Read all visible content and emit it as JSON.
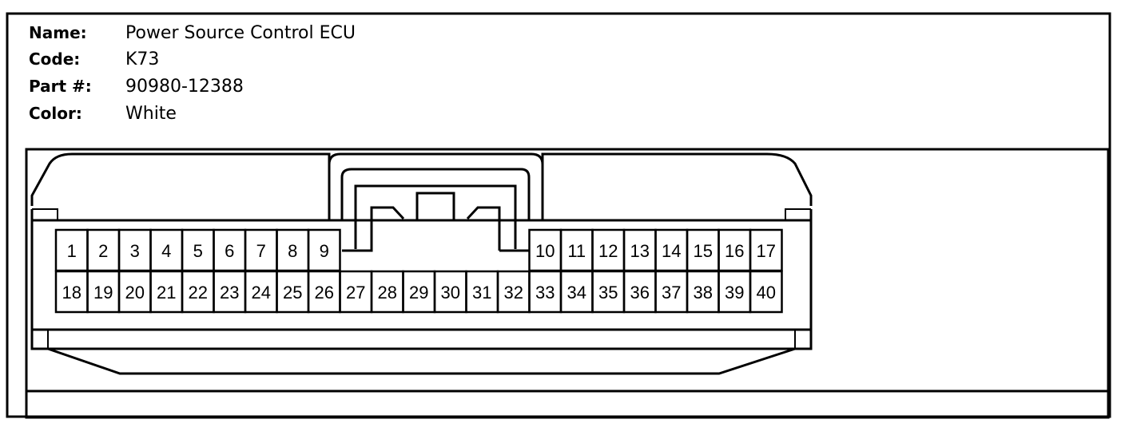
{
  "connector": {
    "name_label": "Name:",
    "name": "Power Source Control ECU",
    "code_label": "Code:",
    "code": "K73",
    "part_label": "Part #:",
    "part": "90980-12388",
    "color_label": "Color:",
    "color": "White"
  },
  "pins": {
    "top_left": [
      "1",
      "2",
      "3",
      "4",
      "5",
      "6",
      "7",
      "8",
      "9"
    ],
    "top_right": [
      "10",
      "11",
      "12",
      "13",
      "14",
      "15",
      "16",
      "17"
    ],
    "bottom": [
      "18",
      "19",
      "20",
      "21",
      "22",
      "23",
      "24",
      "25",
      "26",
      "27",
      "28",
      "29",
      "30",
      "31",
      "32",
      "33",
      "34",
      "35",
      "36",
      "37",
      "38",
      "39",
      "40"
    ]
  }
}
